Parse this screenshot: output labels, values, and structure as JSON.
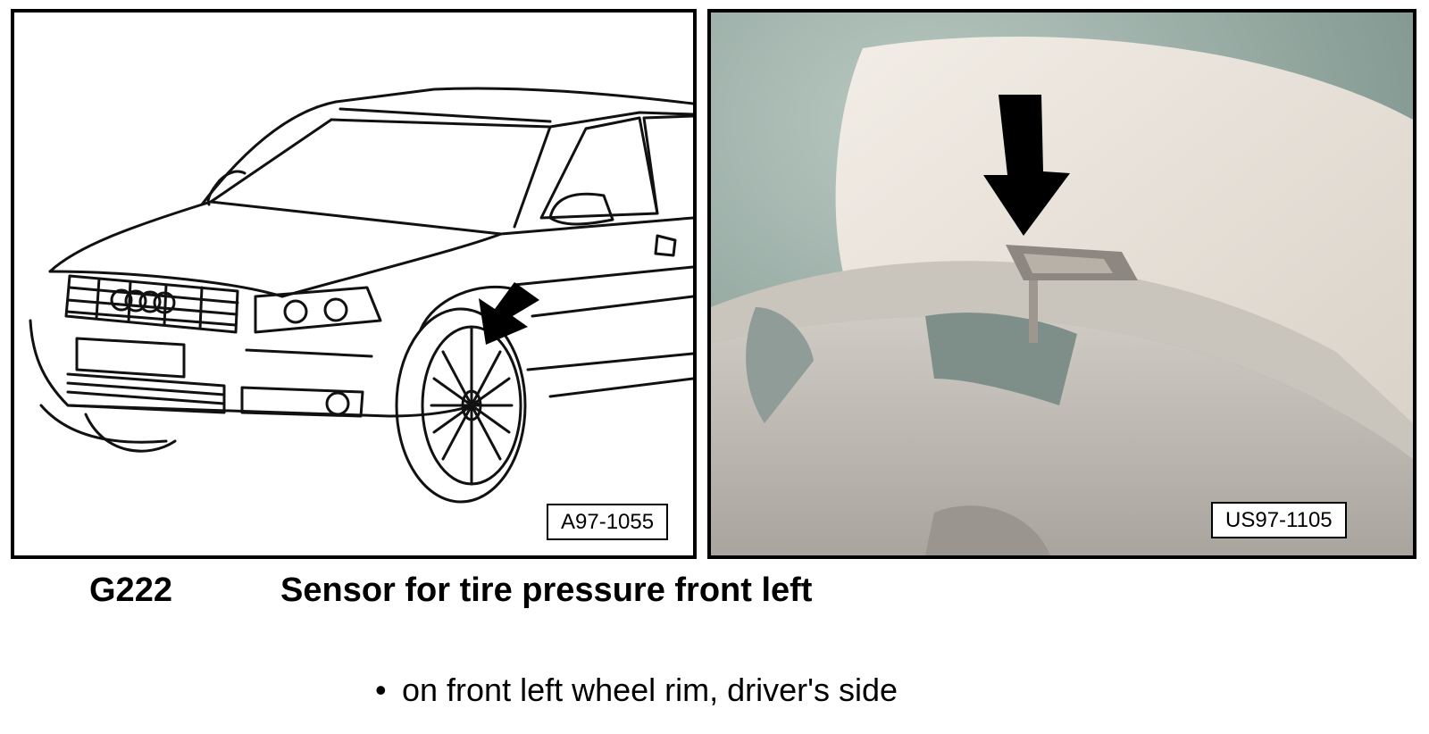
{
  "figures": {
    "left": {
      "id": "A97-1055"
    },
    "right": {
      "id": "US97-1105"
    }
  },
  "component": {
    "code": "G222",
    "name": "Sensor for tire pressure front left"
  },
  "location": {
    "bullet": "•",
    "text": "on front left wheel rim, driver's side"
  },
  "icons": {
    "left": "arrow-icon",
    "right": "arrow-icon"
  }
}
